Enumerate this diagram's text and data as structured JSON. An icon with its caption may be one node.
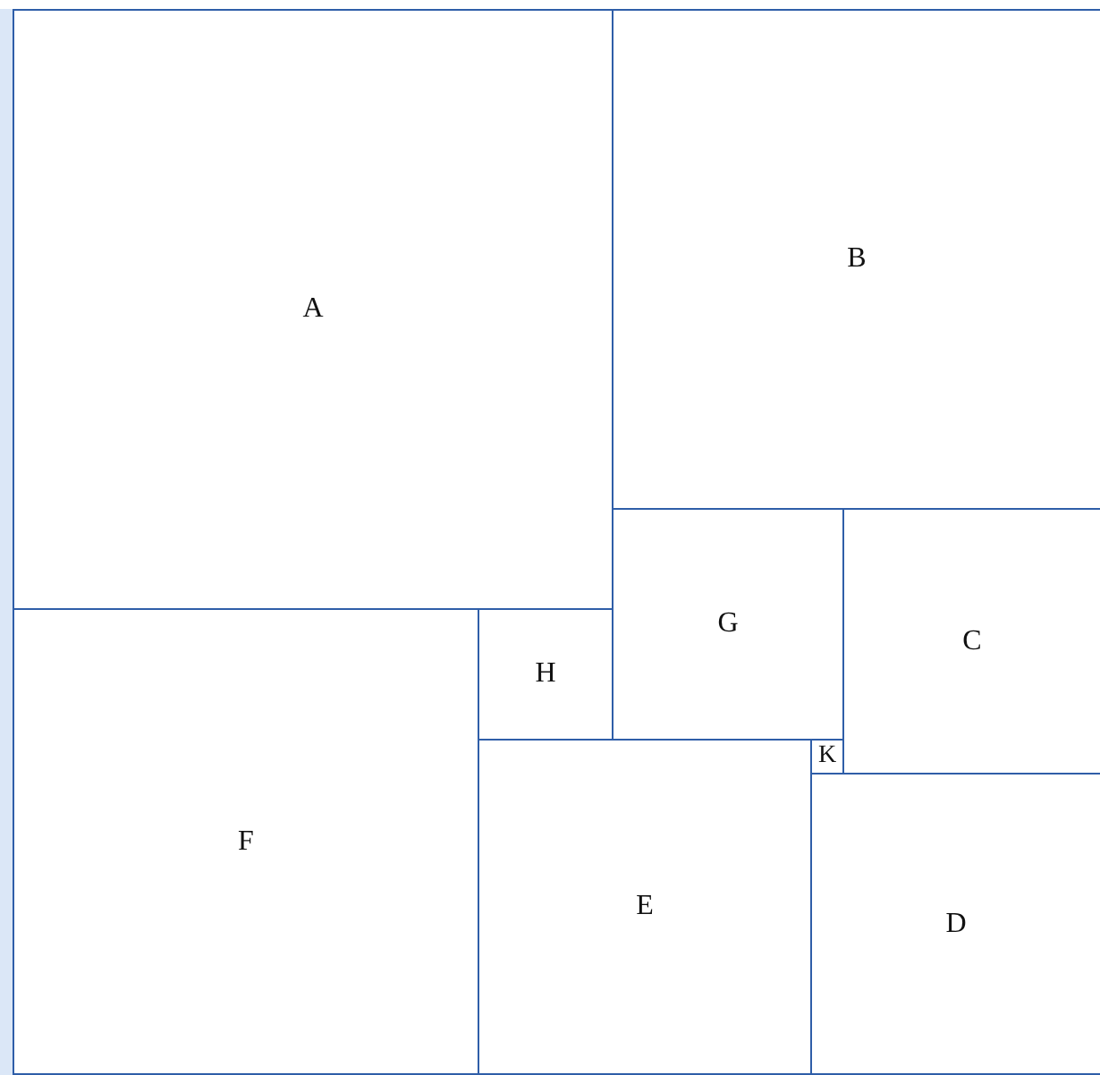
{
  "diagram": {
    "nodes": [
      {
        "text": [
          "A"
        ]
      },
      {
        "text": [
          "B"
        ]
      },
      {
        "text": [
          "G"
        ]
      },
      {
        "text": [
          "C"
        ]
      },
      {
        "text": [
          "H"
        ]
      },
      {
        "text": [
          "K"
        ]
      },
      {
        "text": [
          "F"
        ]
      },
      {
        "text": [
          "E"
        ]
      },
      {
        "text": [
          "D"
        ]
      }
    ]
  }
}
